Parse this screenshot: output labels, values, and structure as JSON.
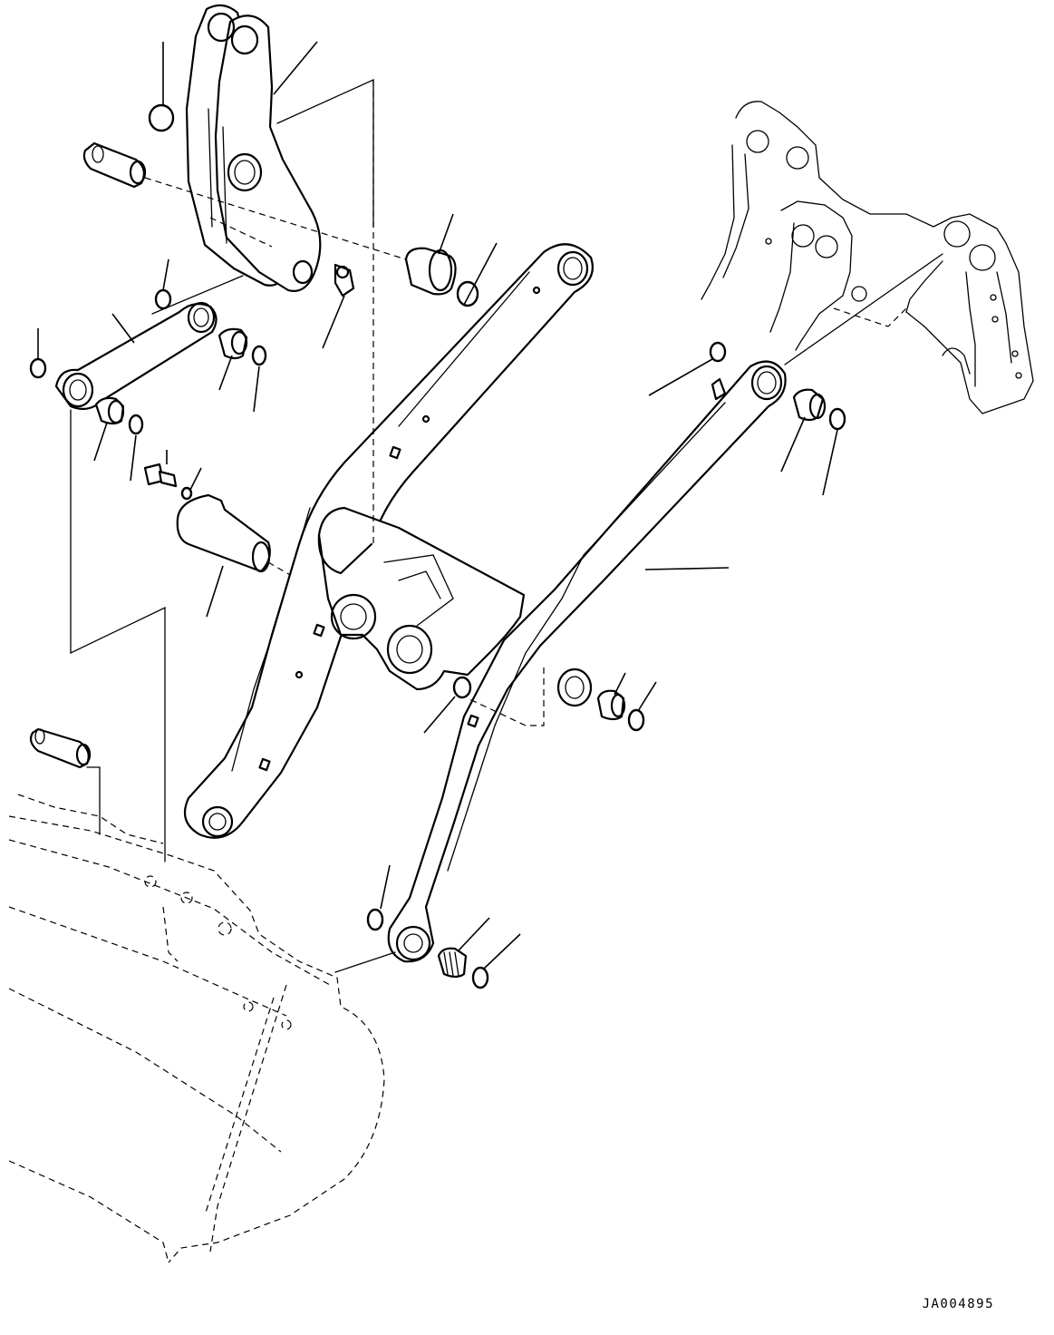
{
  "drawing": {
    "id": "JA004895",
    "description_icon": "exploded-parts-diagram"
  },
  "parts": [
    {
      "name": "bell-crank"
    },
    {
      "name": "bucket-link"
    },
    {
      "name": "upper-pin"
    },
    {
      "name": "crank-bushing"
    },
    {
      "name": "grease-fitting"
    },
    {
      "name": "center-pin"
    },
    {
      "name": "bolt"
    },
    {
      "name": "washer"
    },
    {
      "name": "boom-left"
    },
    {
      "name": "boom-right"
    },
    {
      "name": "boom-cross-tube"
    },
    {
      "name": "front-frame"
    },
    {
      "name": "bucket"
    },
    {
      "name": "bucket-pin"
    }
  ]
}
